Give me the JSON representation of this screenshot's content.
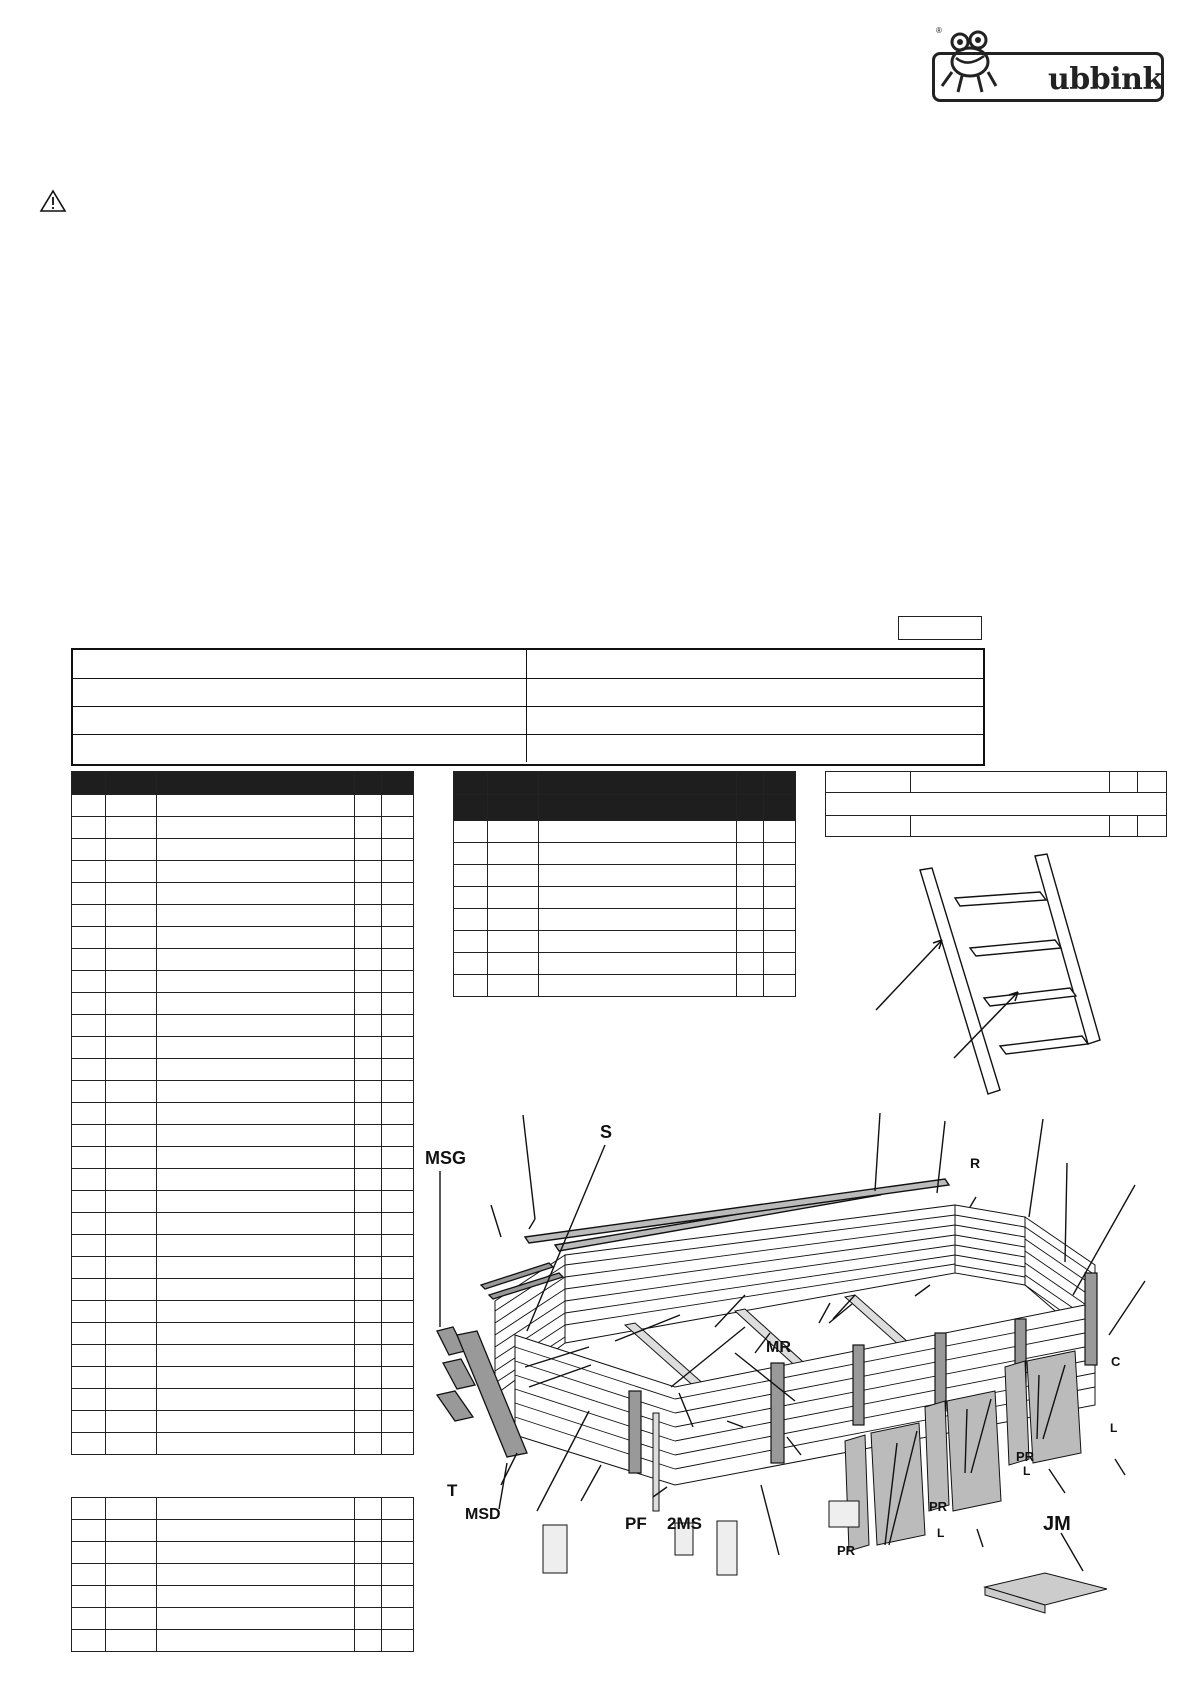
{
  "brand": {
    "name": "ubbink",
    "registered": "®"
  },
  "warning_icon": "warning-triangle-icon",
  "diagram_labels": {
    "msg": "MSG",
    "s": "S",
    "r": "R",
    "mr": "MR",
    "c": "C",
    "t": "T",
    "msd": "MSD",
    "pf": "PF",
    "ms2": "2MS",
    "pr1": "PR",
    "pr2": "PR",
    "pr3": "PR",
    "l1": "L",
    "l2": "L",
    "l3": "L",
    "jm": "JM"
  },
  "tables": {
    "left_rows": 30,
    "middle_rows": 8,
    "bottom_rows": 7
  }
}
